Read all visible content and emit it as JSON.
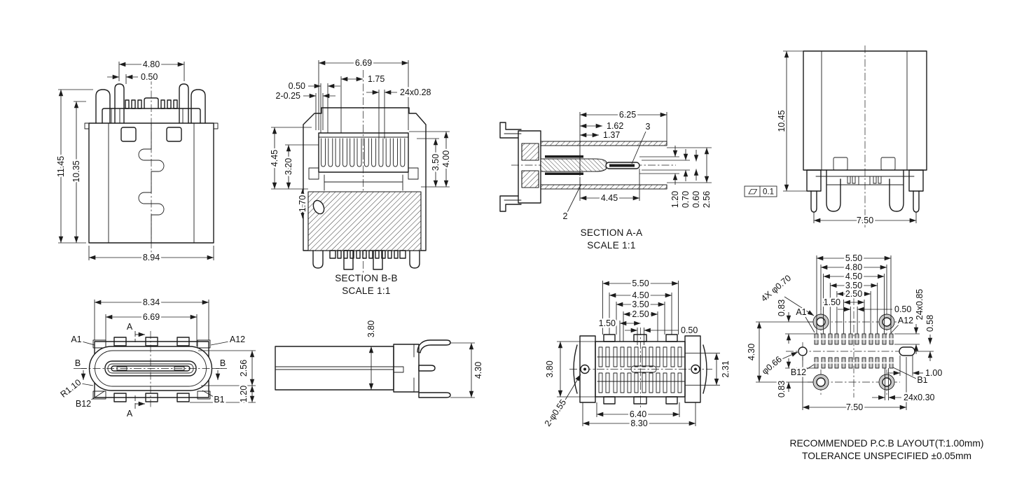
{
  "front_view": {
    "dim_peg_span": "4.80",
    "dim_peg_offset": "0.50",
    "dim_total_height": "11.45",
    "dim_body_height": "10.35",
    "dim_body_width": "8.94"
  },
  "section_bb": {
    "title": "SECTION B-B",
    "scale": "SCALE 1:1",
    "dim_shell_width": "6.69",
    "dim_center_pitch": "1.75",
    "dim_pin_offset": "0.50",
    "dim_posts": "2-0.25",
    "dim_contacts": "24x0.28",
    "dim_height_445": "4.45",
    "dim_height_320": "3.20",
    "dim_height_170": "1.70",
    "dim_height_350": "3.50",
    "dim_height_400": "4.00"
  },
  "section_aa": {
    "title": "SECTION A-A",
    "scale": "SCALE 1:1",
    "dim_depth_625": "6.25",
    "dim_depth_162": "1.62",
    "dim_depth_137": "1.37",
    "dim_depth_445": "4.45",
    "balloon_2": "2",
    "balloon_3": "3",
    "dim_120": "1.20",
    "dim_070": "0.70",
    "dim_060": "0.60",
    "dim_256": "2.56"
  },
  "rear_view": {
    "dim_height": "10.45",
    "dim_leg_span": "7.50",
    "flatness": "0.1"
  },
  "top_view": {
    "dim_flange_width": "8.34",
    "dim_shell_width": "6.69",
    "section_a_top": "A",
    "section_a_bottom": "A",
    "section_b_left": "B",
    "section_b_right": "B",
    "pin_a1": "A1",
    "pin_a12": "A12",
    "pin_b1": "B1",
    "pin_b12": "B12",
    "radius": "R1.10",
    "dim_256": "2.56",
    "dim_120": "1.20"
  },
  "side_view": {
    "dim_body_height": "3.80",
    "dim_pin_span": "4.30"
  },
  "bottom_view": {
    "dim_550": "5.50",
    "dim_450": "4.50",
    "dim_350": "3.50",
    "dim_250": "2.50",
    "dim_150": "1.50",
    "dim_050": "0.50",
    "dim_380": "3.80",
    "dim_231": "2.31",
    "dim_rivets": "2-φ0.55",
    "dim_640": "6.40",
    "dim_830": "8.30"
  },
  "pcb_layout": {
    "dim_550": "5.50",
    "dim_480": "4.80",
    "dim_450": "4.50",
    "dim_350": "3.50",
    "dim_250": "2.50",
    "dim_150": "1.50",
    "dim_050": "0.50",
    "dim_holes": "4X φ0.70",
    "dim_083_top": "0.83",
    "pad_a1": "A1",
    "pad_a12": "A12",
    "dim_pad_length": "24x0.85",
    "dim_058": "0.58",
    "dim_row_span": "4.30",
    "dim_hole_066": "φ0.66",
    "pad_b12": "B12",
    "pad_b1": "B1",
    "dim_100": "1.00",
    "dim_083_bottom": "0.83",
    "dim_pad_width": "24x0.30",
    "dim_750": "7.50",
    "note_line1": "RECOMMENDED P.C.B LAYOUT(T:1.00mm)",
    "note_line2": "TOLERANCE UNSPECIFIED ±0.05mm"
  }
}
